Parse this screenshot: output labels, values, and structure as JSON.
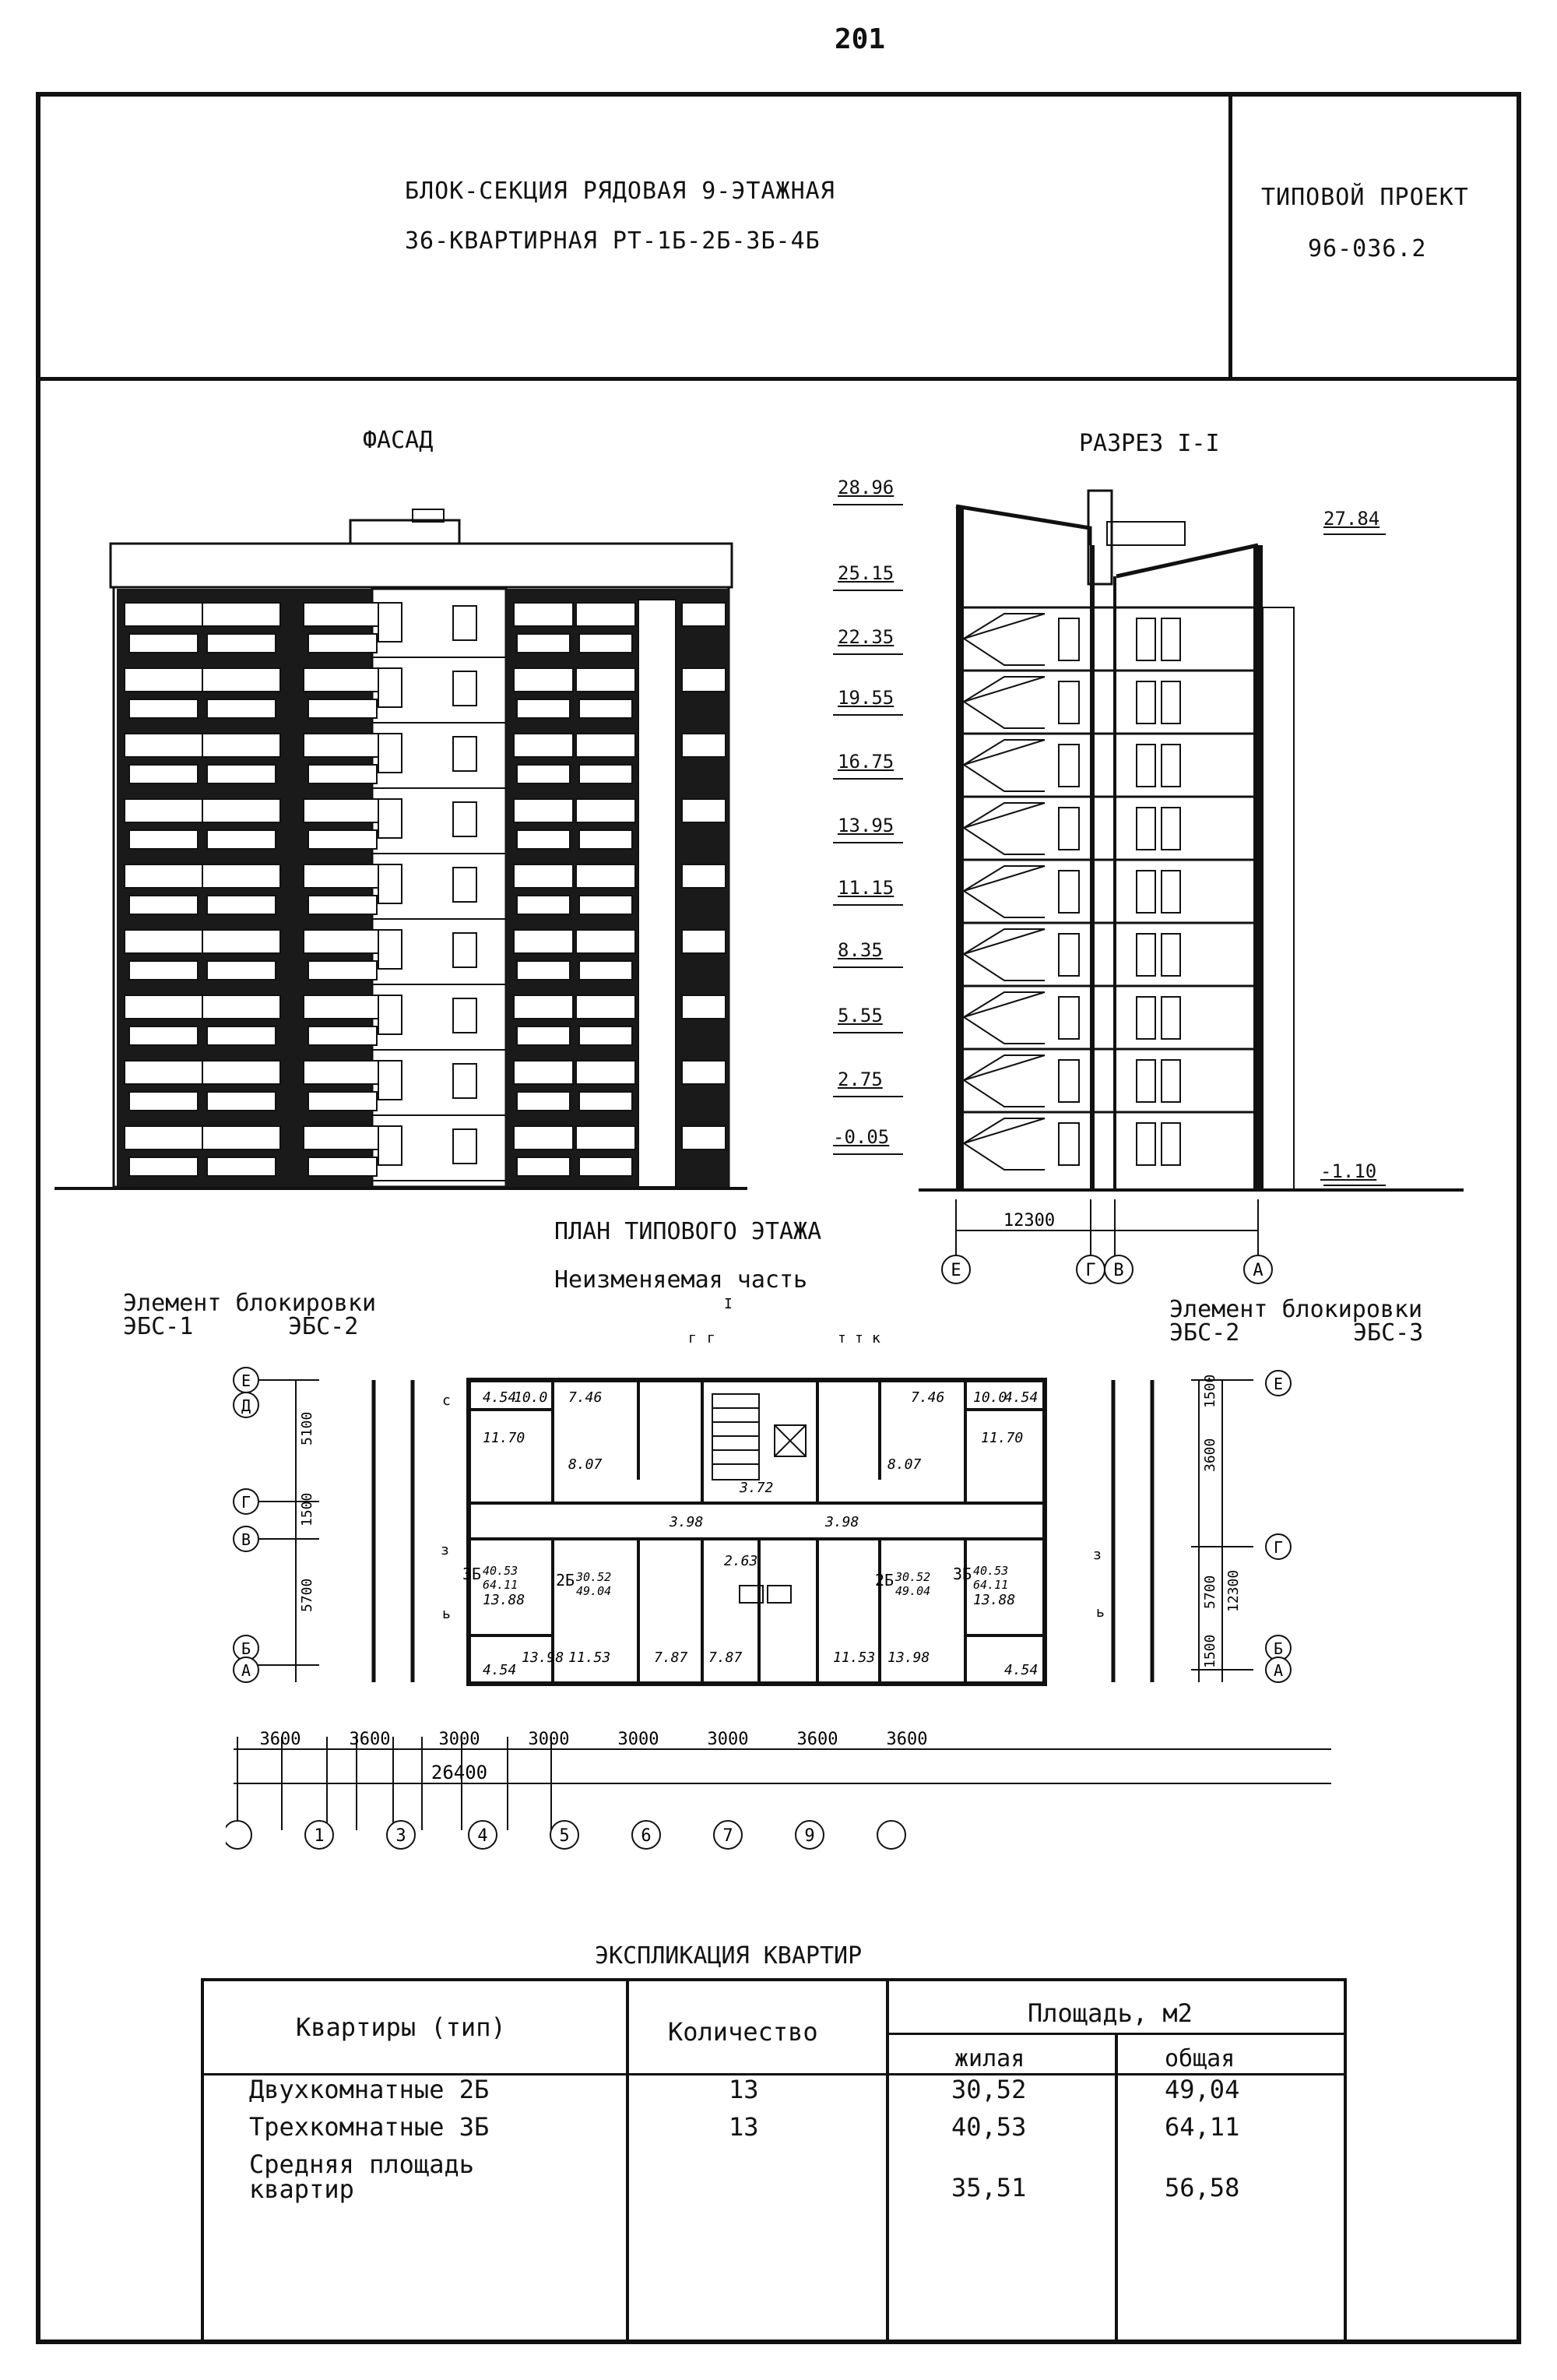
{
  "page_number": "201",
  "header": {
    "title_line1": "БЛОК-СЕКЦИЯ РЯДОВАЯ 9-ЭТАЖНАЯ",
    "title_line2": "36-КВАРТИРНАЯ РТ-1Б-2Б-3Б-4Б",
    "project_label": "ТИПОВОЙ ПРОЕКТ",
    "project_number": "96-036.2"
  },
  "facade": {
    "title": "ФАСАД"
  },
  "section": {
    "title": "РАЗРЕЗ I-I",
    "elevations": [
      "28.96",
      "25.15",
      "22.35",
      "19.55",
      "16.75",
      "13.95",
      "11.15",
      "8.35",
      "5.55",
      "2.75",
      "-0.05"
    ],
    "elevation_right": "27.84",
    "elevation_ground": "-1.10",
    "width_dim": "12300",
    "axes": [
      "Е",
      "Г",
      "В",
      "А"
    ]
  },
  "plan": {
    "title": "ПЛАН ТИПОВОГО ЭТАЖА",
    "subtitle": "Неизменяемая часть",
    "left_element_label": "Элемент блокировки",
    "left_element_codes": [
      "ЭБС-1",
      "ЭБС-2"
    ],
    "right_element_label": "Элемент блокировки",
    "right_element_codes": [
      "ЭБС-2",
      "ЭБС-3"
    ],
    "left_axes": [
      "Е",
      "Д",
      "Г",
      "В",
      "Б",
      "А"
    ],
    "right_axes": [
      "Е",
      "Г",
      "Б",
      "А"
    ],
    "left_dims": [
      "5100",
      "1500",
      "5700"
    ],
    "right_dims": [
      "1500",
      "3600",
      "5700",
      "1500",
      "12300"
    ],
    "bottom_dims": [
      "3600",
      "3600",
      "3000",
      "3000",
      "3000",
      "3000",
      "3600",
      "3600"
    ],
    "total_dim": "26400",
    "bottom_axes": [
      "",
      "1",
      "3",
      "4",
      "5",
      "6",
      "7",
      "9",
      ""
    ],
    "room_areas": [
      "4.54",
      "10.0",
      "7.46",
      "7.46",
      "10.0",
      "4.54",
      "11.70",
      "11.70",
      "8.07",
      "8.07",
      "3.72",
      "3.98",
      "3.98",
      "2.63",
      "13.88",
      "13.88",
      "13.98",
      "11.53",
      "7.87",
      "7.87",
      "11.53",
      "13.98",
      "4.54",
      "4.54"
    ],
    "apt_labels": [
      "3Б",
      "2Б",
      "2Б",
      "3Б"
    ],
    "apt_areas": [
      "40.53",
      "64.11",
      "30.52",
      "49.04",
      "30.52",
      "49.04",
      "40.53",
      "64.11"
    ],
    "cut_marks": [
      "I",
      "г",
      "г",
      "т",
      "т",
      "к",
      "с",
      "з",
      "з",
      "ь",
      "ь"
    ]
  },
  "explication": {
    "title": "ЭКСПЛИКАЦИЯ КВАРТИР",
    "headers": {
      "type": "Квартиры (тип)",
      "count": "Количество",
      "area": "Площадь, м2",
      "living": "жилая",
      "total": "общая"
    },
    "rows": [
      {
        "type": "Двухкомнатные 2Б",
        "count": "13",
        "living": "30,52",
        "total": "49,04"
      },
      {
        "type": "Трехкомнатные 3Б",
        "count": "13",
        "living": "40,53",
        "total": "64,11"
      }
    ],
    "avg_label_1": "Средняя площадь",
    "avg_label_2": "квартир",
    "avg_living": "35,51",
    "avg_total": "56,58"
  }
}
